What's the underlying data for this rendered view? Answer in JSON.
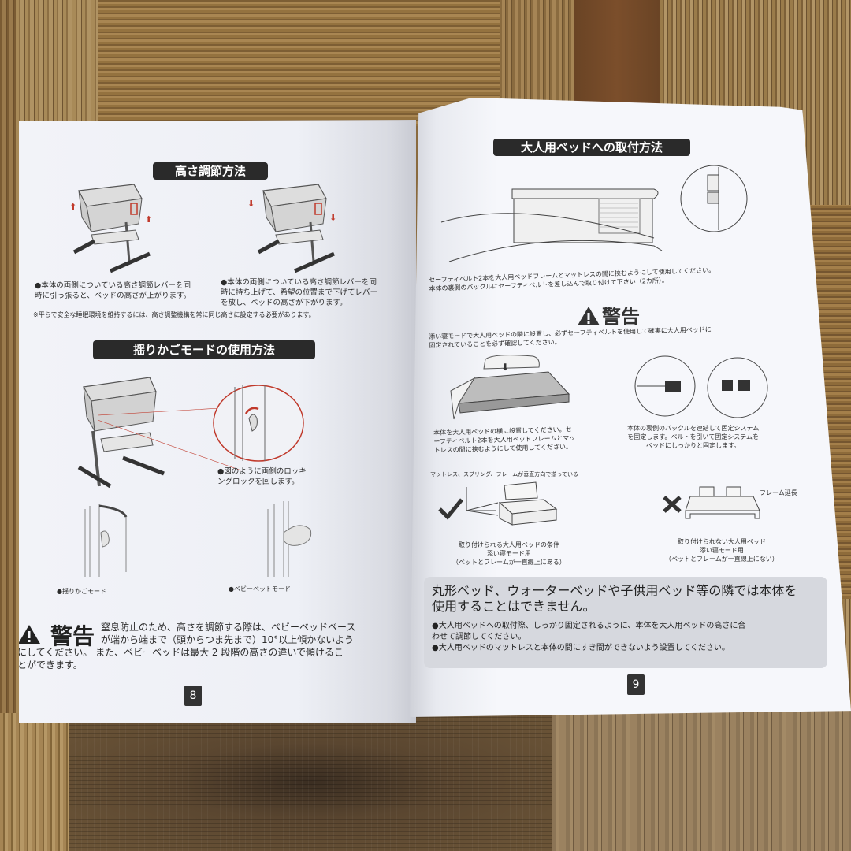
{
  "scene": {
    "background": "wooden floor",
    "colors": {
      "page": "#f4f5fa",
      "title_bg": "#2a2a2a",
      "gray_box": "#d6d8de",
      "accent_red": "#c0392b"
    }
  },
  "left_page": {
    "page_number": "8",
    "height_section": {
      "title": "高さ調節方法",
      "caption_up": [
        "●本体の両側についている高さ調節レバーを同",
        "時に引っ張ると、ベッドの高さが上がります。"
      ],
      "caption_down": [
        "●本体の両側についている高さ調節レバーを同",
        "時に持ち上げて、希望の位置まで下げてレバー",
        "を放し、ベッドの高さが下がります。"
      ],
      "note": "※平らで安全な睡眠環境を維持するには、高さ調整機構を常に同じ高さに設定する必要があります。"
    },
    "cradle_section": {
      "title": "揺りかごモードの使用方法",
      "lock_caption": [
        "●図のように両側のロッキ",
        "ングロックを回します。"
      ],
      "mode_cradle": "●揺りかごモード",
      "mode_bed": "●ベビーベットモード"
    },
    "warning": {
      "icon": "warning-triangle-icon",
      "label": "警告",
      "lines": [
        "窒息防止のため、高さを調節する際は、ベビーベッドベース",
        "が端から端まで（頭からつま先まで）10°以上傾かないよう",
        "にしてください。 また、ベビーベッドは最大 2 段階の高さの違いで傾けるこ",
        "とができます。"
      ]
    }
  },
  "right_page": {
    "page_number": "9",
    "attach_section": {
      "title": "大人用ベッドへの取付方法",
      "caption": [
        "セーフティベルト2本を大人用ベッドフレームとマットレスの間に挟むようにして使用してください。",
        "本体の裏側のバックルにセーフティベルトを差し込んで取り付けて下さい（2カ所）。"
      ]
    },
    "warning": {
      "icon": "warning-triangle-icon",
      "label": "警告",
      "lines": [
        "添い寝モードで大人用ベッドの隣に設置し、必ずセーフティベルトを使用して確実に大人用ベッドに",
        "固定されていることを必ず確認してください。"
      ]
    },
    "step_left_caption": [
      "本体を大人用ベッドの横に設置してください。セ",
      "ーフティベルト2本を大人用ベッドフレームとマッ",
      "トレスの間に挟むようにして使用してください。"
    ],
    "step_right_caption": [
      "本体の裏側のバックルを連結して固定システム",
      "を固定します。ベルトを引いて固定システムを",
      "ベッドにしっかりと固定します。"
    ],
    "ok_example": {
      "icon": "checkmark-icon",
      "label_top": "マットレス、スプリング、フレームが垂直方向で揃っている",
      "caption": [
        "取り付けられる大人用ベッドの条件",
        "添い寝モード用",
        "（ベットとフレームが一直線上にある）"
      ]
    },
    "ng_example": {
      "icon": "cross-icon",
      "label_frame": "フレーム延長",
      "caption": [
        "取り付けられない大人用ベッド",
        "添い寝モード用",
        "（ベットとフレームが一直線上にない）"
      ]
    },
    "notice_box": {
      "heading": [
        "丸形ベッド、ウォーターベッドや子供用ベッド等の隣では本体を",
        "使用することはできません。"
      ],
      "bullets": [
        "●大人用ベッドへの取付際、しっかり固定されるように、本体を大人用ベッドの高さに合",
        "わせて調節してください。",
        "●大人用ベッドのマットレスと本体の間にすき間ができないよう設置してください。"
      ]
    }
  }
}
